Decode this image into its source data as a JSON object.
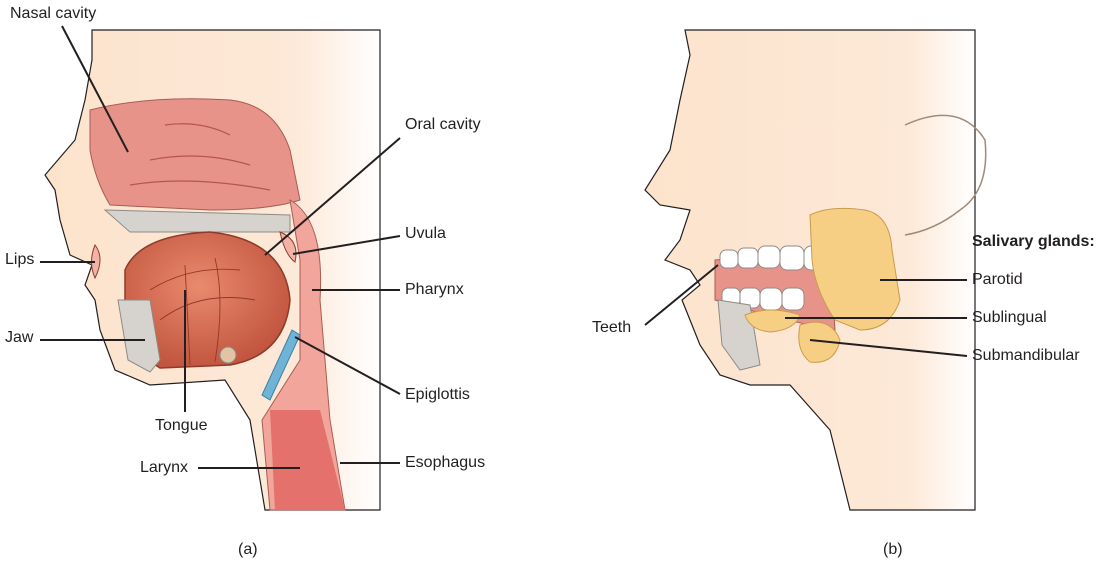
{
  "panel_a": {
    "caption": "(a)",
    "labels": {
      "nasal_cavity": "Nasal cavity",
      "oral_cavity": "Oral cavity",
      "uvula": "Uvula",
      "lips": "Lips",
      "pharynx": "Pharynx",
      "jaw": "Jaw",
      "epiglottis": "Epiglottis",
      "tongue": "Tongue",
      "larynx": "Larynx",
      "esophagus": "Esophagus"
    }
  },
  "panel_b": {
    "caption": "(b)",
    "labels": {
      "teeth": "Teeth",
      "salivary_glands": "Salivary glands:",
      "parotid": "Parotid",
      "sublingual": "Sublingual",
      "submandibular": "Submandibular"
    }
  },
  "colors": {
    "skin": "#fce3cc",
    "nasal": "#e7938a",
    "tongue": "#d9664e",
    "gland": "#f7cf84",
    "bone": "#d6d3cf",
    "epiglottis": "#6fb3d6",
    "line": "#231f20"
  }
}
